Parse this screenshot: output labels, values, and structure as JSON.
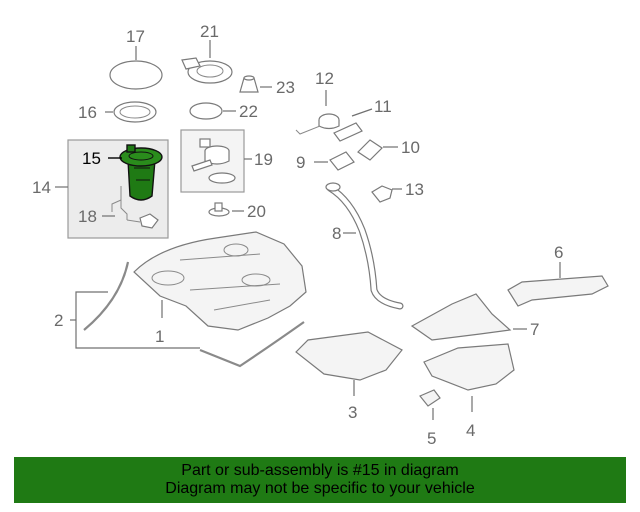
{
  "diagram": {
    "highlight_color": "#1f7a14",
    "callouts": {
      "c1": "1",
      "c2": "2",
      "c3": "3",
      "c4": "4",
      "c5": "5",
      "c6": "6",
      "c7": "7",
      "c8": "8",
      "c9": "9",
      "c10": "10",
      "c11": "11",
      "c12": "12",
      "c13": "13",
      "c14": "14",
      "c15": "15",
      "c16": "16",
      "c17": "17",
      "c18": "18",
      "c19": "19",
      "c20": "20",
      "c21": "21",
      "c22": "22",
      "c23": "23"
    }
  },
  "banner": {
    "background": "#1f7a14",
    "line1": "Part or sub-assembly is #15 in diagram",
    "line2": "Diagram may not be specific to your vehicle"
  }
}
